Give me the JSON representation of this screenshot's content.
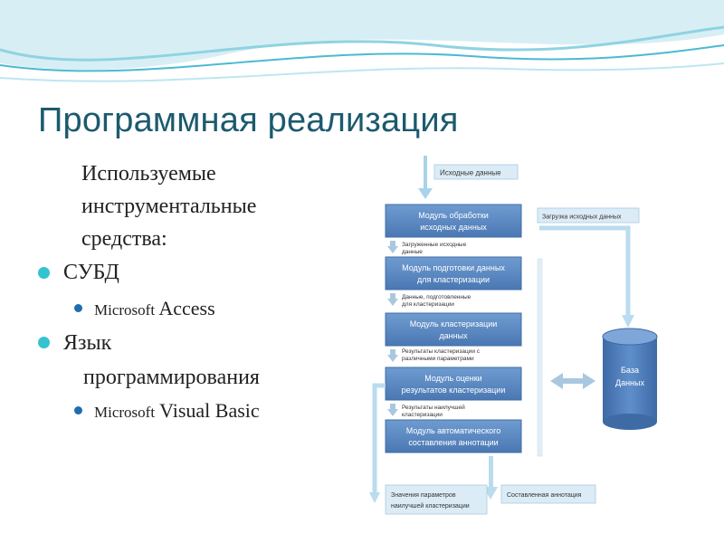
{
  "slide": {
    "title": "Программная реализация",
    "intro": "Используемые инструментальные средства:",
    "items": [
      {
        "label": "СУБД",
        "sub": [
          {
            "prefix": "Microsoft",
            "main": "Access"
          }
        ]
      },
      {
        "label_line1": "Язык",
        "label_line2": "программирования",
        "sub": [
          {
            "prefix": "Microsoft",
            "main": "Visual Basic"
          }
        ]
      }
    ]
  },
  "diagram": {
    "input_label": "Исходные данные",
    "modules": [
      {
        "line1": "Модуль обработки",
        "line2": "исходных данных"
      },
      {
        "line1": "Модуль подготовки данных",
        "line2": "для кластеризации"
      },
      {
        "line1": "Модуль кластеризации",
        "line2": "данных"
      },
      {
        "line1": "Модуль оценки",
        "line2": "результатов кластеризации"
      },
      {
        "line1": "Модуль автоматического",
        "line2": "составления аннотации"
      }
    ],
    "flows": [
      {
        "line1": "Загруженные исходные",
        "line2": "данные"
      },
      {
        "line1": "Данные, подготовленные",
        "line2": "для кластеризации"
      },
      {
        "line1": "Результаты кластеризации с",
        "line2": "различными параметрами"
      },
      {
        "line1": "Результаты наилучшей",
        "line2": "кластеризации"
      }
    ],
    "load_label": "Загрузка исходных данных",
    "db_line1": "База",
    "db_line2": "Данных",
    "output_params_line1": "Значения параметров",
    "output_params_line2": "наилучшей кластеризации",
    "output_annotation": "Составленная аннотация",
    "colors": {
      "module": "#4f81bd",
      "module_border": "#3e6ea6",
      "arrow": "#b9dcef",
      "db": "#4f81bd"
    }
  }
}
